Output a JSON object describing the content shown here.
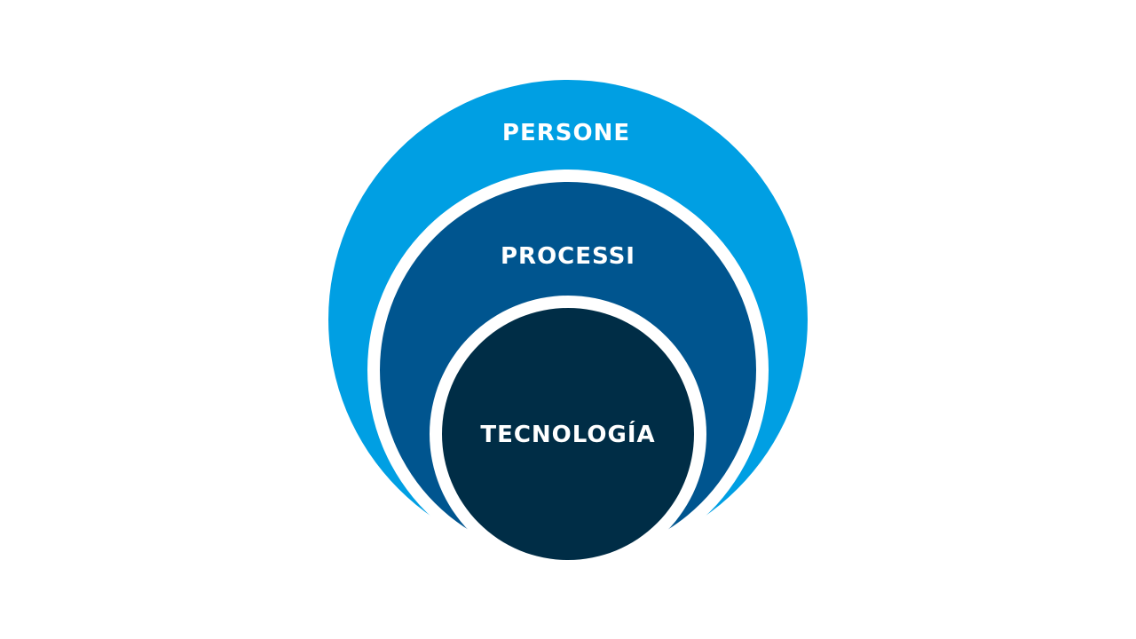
{
  "diagram": {
    "layers": [
      {
        "label": "PERSONE",
        "color": "#009fe3"
      },
      {
        "label": "PROCESSI",
        "color": "#00558f"
      },
      {
        "label": "TECNOLOGÍA",
        "color": "#002d46"
      }
    ],
    "separator_color": "#ffffff"
  }
}
